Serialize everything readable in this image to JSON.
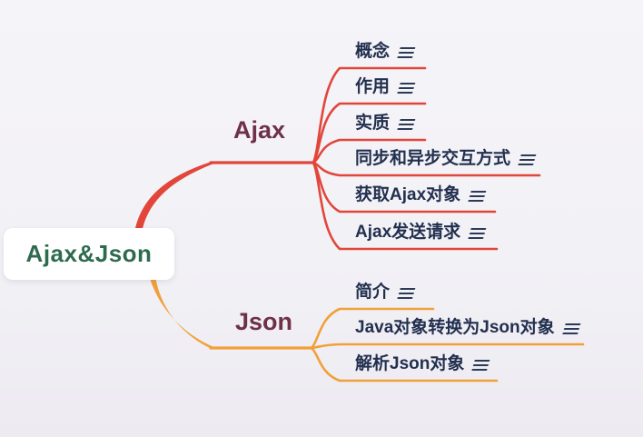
{
  "map": {
    "background_color": "#f2f1f6",
    "root": {
      "label": "Ajax&Json",
      "text_color": "#2e6b4e",
      "box_color": "#ffffff"
    },
    "child_text_color": "#22304f",
    "icon_color": "#2b3a55",
    "branches": [
      {
        "label": "Ajax",
        "label_color": "#6e3147",
        "color": "#e2463b",
        "children": [
          {
            "label": "概念",
            "icon": "notes-icon"
          },
          {
            "label": "作用",
            "icon": "notes-icon"
          },
          {
            "label": "实质",
            "icon": "notes-icon"
          },
          {
            "label": "同步和异步交互方式",
            "icon": "notes-icon"
          },
          {
            "label": "获取Ajax对象",
            "icon": "notes-icon"
          },
          {
            "label": "Ajax发送请求",
            "icon": "notes-icon"
          }
        ]
      },
      {
        "label": "Json",
        "label_color": "#6e3147",
        "color": "#f1a039",
        "children": [
          {
            "label": "简介",
            "icon": "notes-icon"
          },
          {
            "label": "Java对象转换为Json对象",
            "icon": "notes-icon"
          },
          {
            "label": "解析Json对象",
            "icon": "notes-icon"
          }
        ]
      }
    ]
  }
}
